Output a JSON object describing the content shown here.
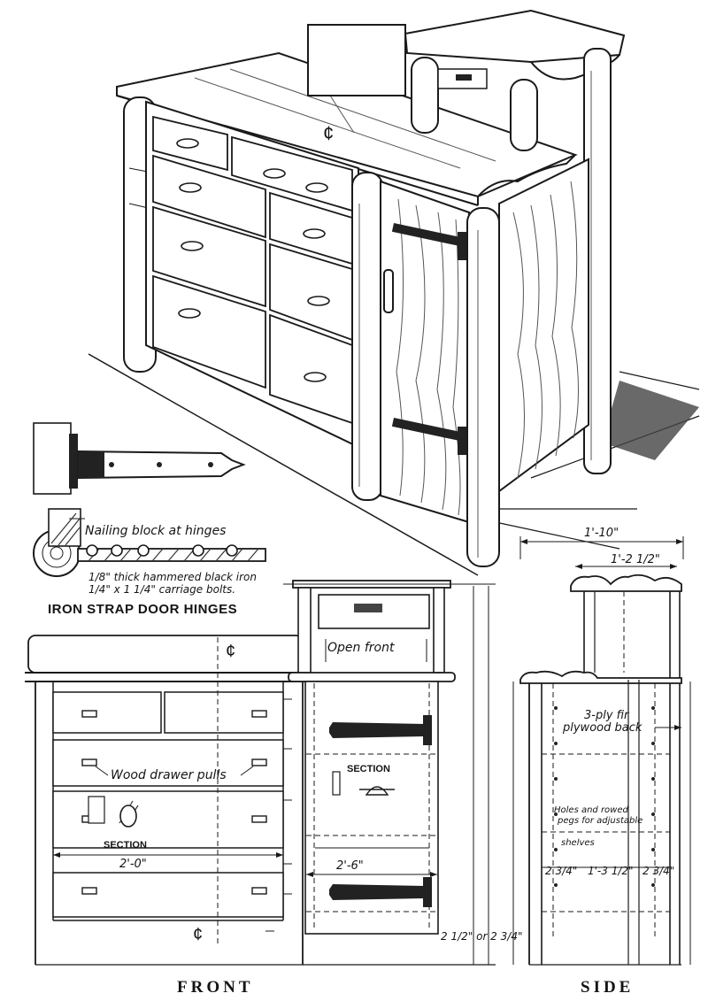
{
  "hinge_detail": {
    "title": "IRON STRAP DOOR HINGES",
    "nailing_block": "Nailing block at hinges",
    "iron_note": "1/8\" thick hammered black iron",
    "bolts_note": "1/4\" x 1 1/4\" carriage bolts."
  },
  "front_view": {
    "title": "FRONT",
    "open_front": "Open front",
    "drawer_pulls": "Wood drawer pulls",
    "section": "SECTION",
    "section_door": "SECTION",
    "centerline": "¢",
    "width_cabinet": "2'-0\"",
    "width_door": "2'-6\"",
    "back_offset": "2 1/2\" or 2 3/4\""
  },
  "side_view": {
    "title": "SIDE",
    "depth_total": "1'-10\"",
    "depth_top": "1'-2 1/2\"",
    "back_note_1": "3-ply fir",
    "back_note_2": "plywood back",
    "holes_note_1": "Holes and rowed",
    "holes_note_2": "pegs for adjustable",
    "holes_note_3": "shelves",
    "dim_left": "2 3/4\"",
    "dim_mid": "1'-3 1/2\"",
    "dim_right": "2 3/4\""
  }
}
